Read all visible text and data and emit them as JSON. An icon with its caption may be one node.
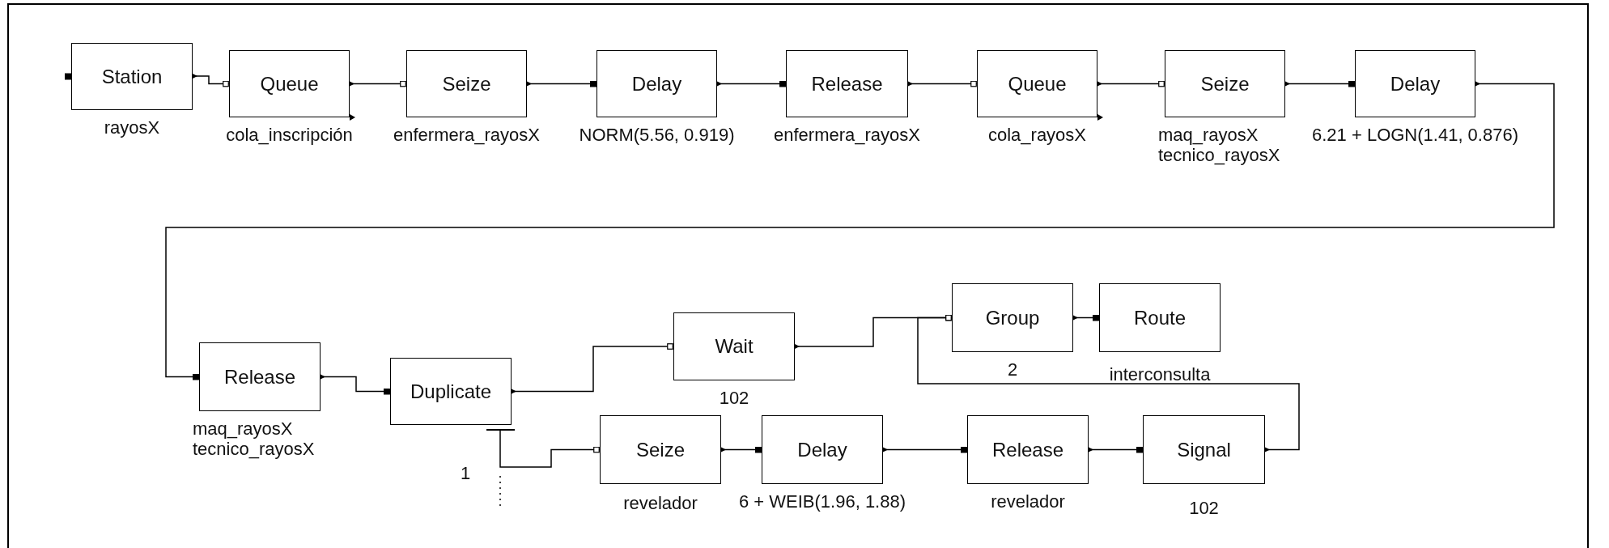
{
  "diagram": {
    "nodes": [
      {
        "text": [
          "Station"
        ],
        "beside": [
          "rayosX"
        ]
      },
      {
        "text": [
          "Queue"
        ],
        "beside": [
          "cola_inscripción"
        ]
      },
      {
        "text": [
          "Seize"
        ],
        "beside": [
          "enfermera_rayosX"
        ]
      },
      {
        "text": [
          "Delay"
        ],
        "beside": [
          "NORM(5.56, 0.919)"
        ]
      },
      {
        "text": [
          "Release"
        ],
        "beside": [
          "enfermera_rayosX"
        ]
      },
      {
        "text": [
          "Queue"
        ],
        "beside": [
          "cola_rayosX"
        ]
      },
      {
        "text": [
          "Seize"
        ],
        "beside": [
          "maq_rayosX",
          "tecnico_rayosX"
        ]
      },
      {
        "text": [
          "Delay"
        ],
        "beside": [
          "6.21 + LOGN(1.41, 0.876)"
        ]
      },
      {
        "text": [
          "Release"
        ],
        "beside": [
          "maq_rayosX",
          "tecnico_rayosX"
        ]
      },
      {
        "text": [
          "Duplicate"
        ],
        "beside": [
          "1"
        ]
      },
      {
        "text": [
          "Wait"
        ],
        "beside": [
          "102"
        ]
      },
      {
        "text": [
          "Group"
        ],
        "beside": [
          "2"
        ]
      },
      {
        "text": [
          "Route"
        ],
        "beside": [
          "interconsulta"
        ]
      },
      {
        "text": [
          "Seize"
        ],
        "beside": [
          "revelador"
        ]
      },
      {
        "text": [
          "Delay"
        ],
        "beside": [
          "6 + WEIB(1.96, 1.88)"
        ]
      },
      {
        "text": [
          "Release"
        ],
        "beside": [
          "revelador"
        ]
      },
      {
        "text": [
          "Signal"
        ],
        "beside": [
          "102"
        ]
      }
    ],
    "edges": [
      {
        "from": 0,
        "to": 1,
        "arrow": "other"
      },
      {
        "from": 1,
        "to": 2,
        "arrow": "other"
      },
      {
        "from": 2,
        "to": 3,
        "arrow": "other"
      },
      {
        "from": 3,
        "to": 4,
        "arrow": "other"
      },
      {
        "from": 4,
        "to": 5,
        "arrow": "other"
      },
      {
        "from": 5,
        "to": 6,
        "arrow": "other"
      },
      {
        "from": 6,
        "to": 7,
        "arrow": "other"
      },
      {
        "from": 7,
        "to": 8,
        "arrow": "other"
      },
      {
        "from": 8,
        "to": 9,
        "arrow": "other"
      },
      {
        "from": 9,
        "to": 10,
        "arrow": "other"
      },
      {
        "from": 10,
        "to": 11,
        "arrow": "other"
      },
      {
        "from": 11,
        "to": 12,
        "arrow": "other"
      },
      {
        "from": 9,
        "to": 13,
        "arrow": "other"
      },
      {
        "from": 13,
        "to": 14,
        "arrow": "other"
      },
      {
        "from": 14,
        "to": 15,
        "arrow": "other"
      },
      {
        "from": 15,
        "to": 16,
        "arrow": "other"
      },
      {
        "from": 16,
        "to": 11,
        "arrow": "other"
      }
    ]
  }
}
